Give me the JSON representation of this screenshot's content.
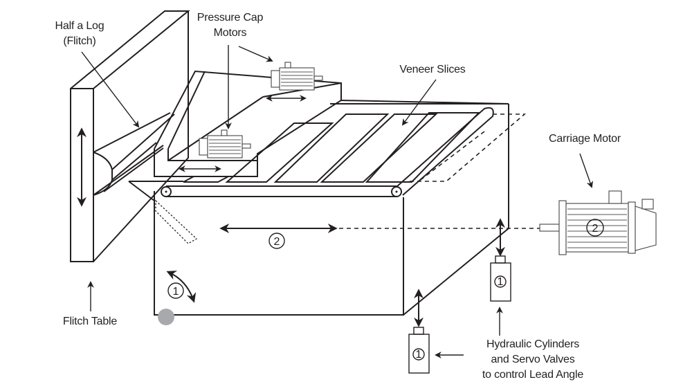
{
  "title": "Veneer slicer machine diagram",
  "labels": {
    "flitch_line1": "Half a Log",
    "flitch_line2": "(Flitch)",
    "pressure_line1": "Pressure Cap",
    "pressure_line2": "Motors",
    "veneer": "Veneer Slices",
    "carriage": "Carriage Motor",
    "flitch_table": "Flitch Table",
    "hydraulic_line1": "Hydraulic Cylinders",
    "hydraulic_line2": "and Servo Valves",
    "hydraulic_line3": "to control Lead Angle"
  },
  "markers": {
    "lead_angle": "1",
    "carriage_motion": "2",
    "carriage_motor": "2",
    "cylinder_front": "1",
    "cylinder_rear": "1"
  },
  "colors": {
    "line": "#231f20",
    "pivot": "#a7a9ac",
    "background": "#ffffff"
  }
}
